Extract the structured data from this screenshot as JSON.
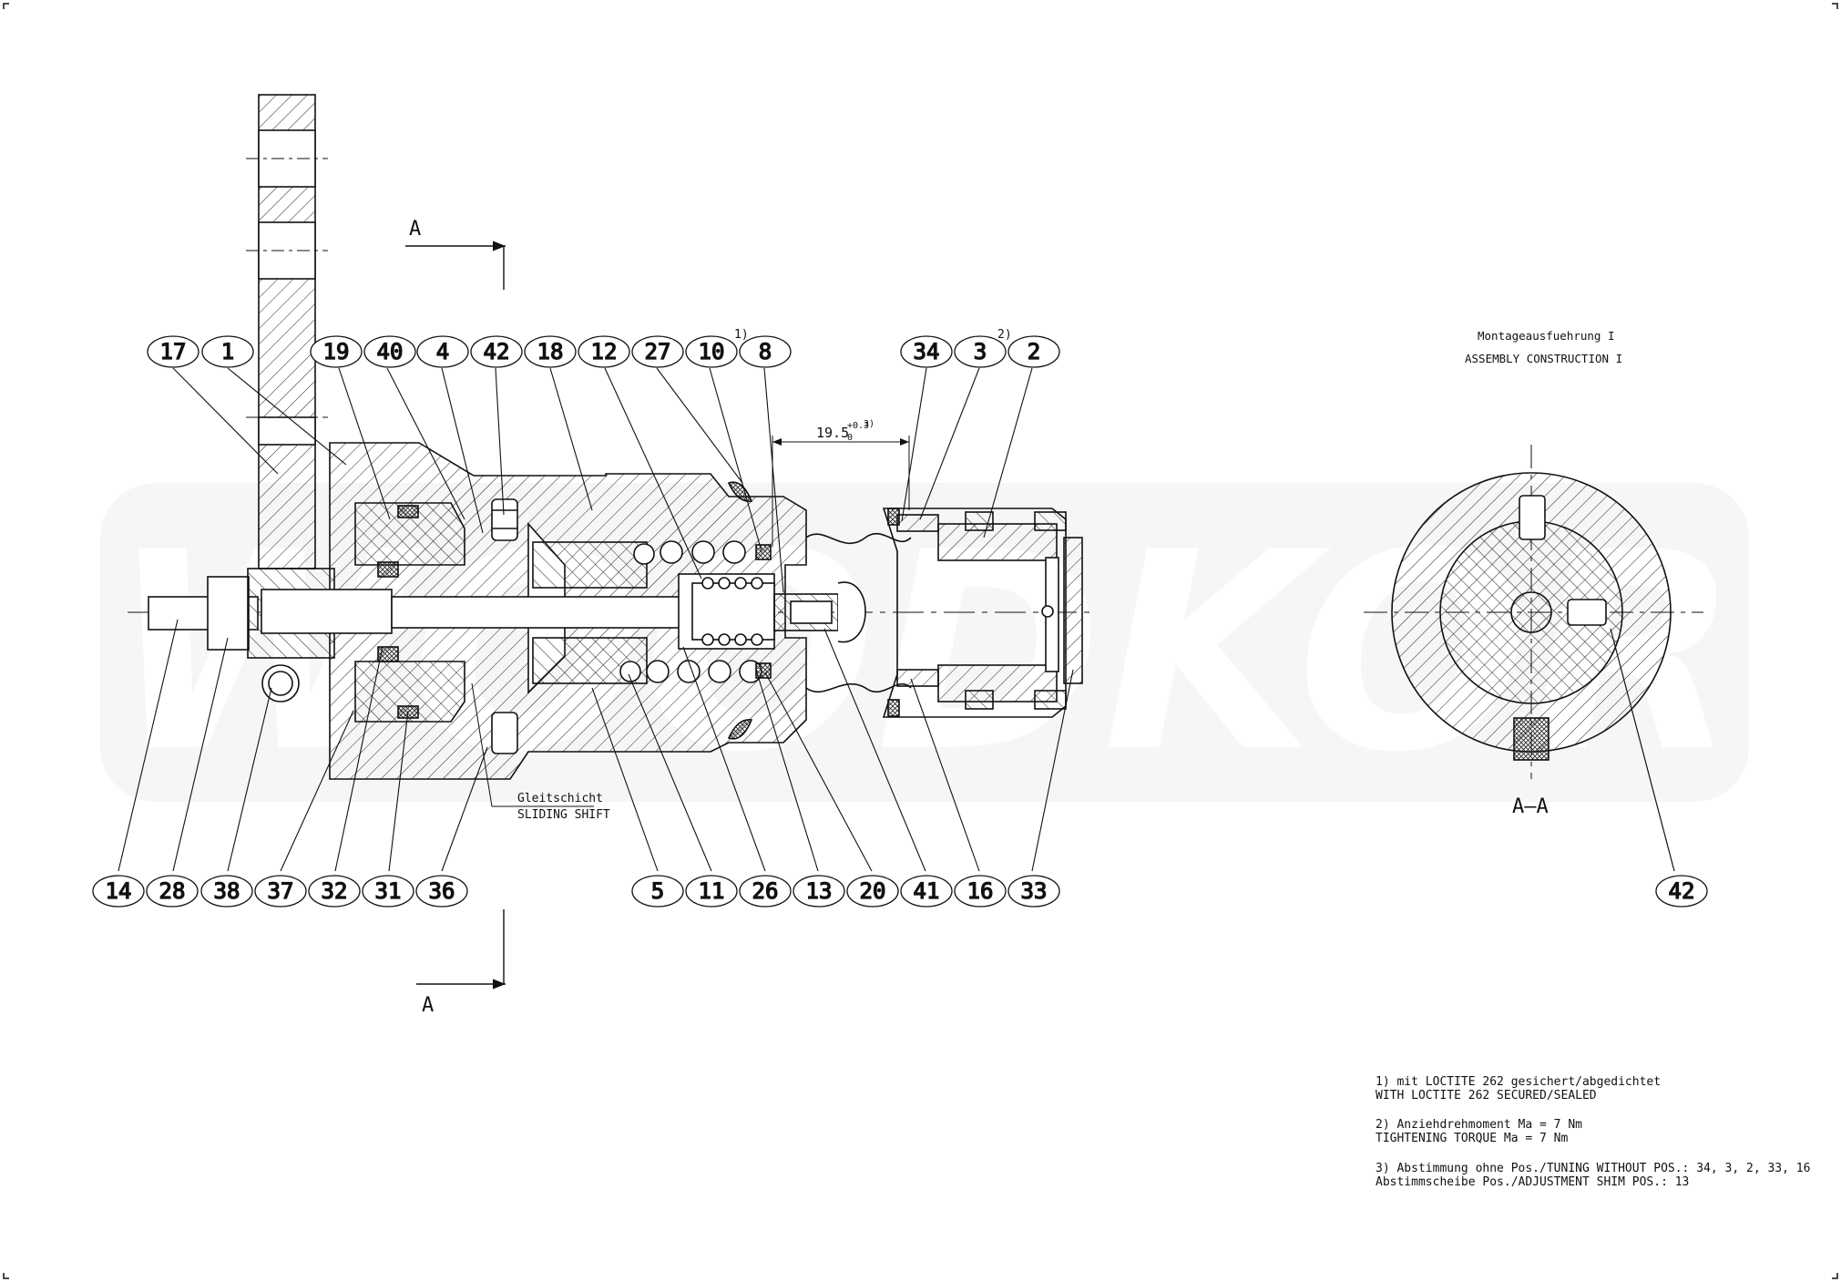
{
  "watermark": {
    "text": "WOODKOR"
  },
  "balloons_top": [
    "17",
    "1",
    "19",
    "40",
    "4",
    "42",
    "18",
    "12",
    "27",
    "10",
    "8",
    "34",
    "3",
    "2"
  ],
  "balloons_bottom": [
    "14",
    "28",
    "38",
    "37",
    "32",
    "31",
    "36",
    "5",
    "11",
    "26",
    "13",
    "20",
    "41",
    "16",
    "33"
  ],
  "balloon_section": "42",
  "superscripts": {
    "after_10": "1)",
    "after_3": "2)",
    "dim_ref": "3)"
  },
  "dimension": {
    "value": "19.5",
    "tol_upper": "+0.3",
    "tol_lower": "0"
  },
  "section_markers": {
    "top": "A",
    "bottom": "A",
    "view_label": "A–A"
  },
  "sliding": {
    "de": "Gleitschicht",
    "en": "SLIDING SHIFT"
  },
  "assembly": {
    "de": "Montageausfuehrung I",
    "en": "ASSEMBLY CONSTRUCTION I"
  },
  "notes": [
    "1) mit LOCTITE 262 gesichert/abgedichtet",
    "WITH LOCTITE 262 SECURED/SEALED",
    "2) Anziehdrehmoment Ma = 7 Nm",
    "TIGHTENING TORQUE Ma = 7 Nm",
    "3) Abstimmung ohne Pos./TUNING WITHOUT POS.: 34, 3, 2, 33, 16",
    "Abstimmscheibe Pos./ADJUSTMENT SHIM POS.: 13"
  ]
}
